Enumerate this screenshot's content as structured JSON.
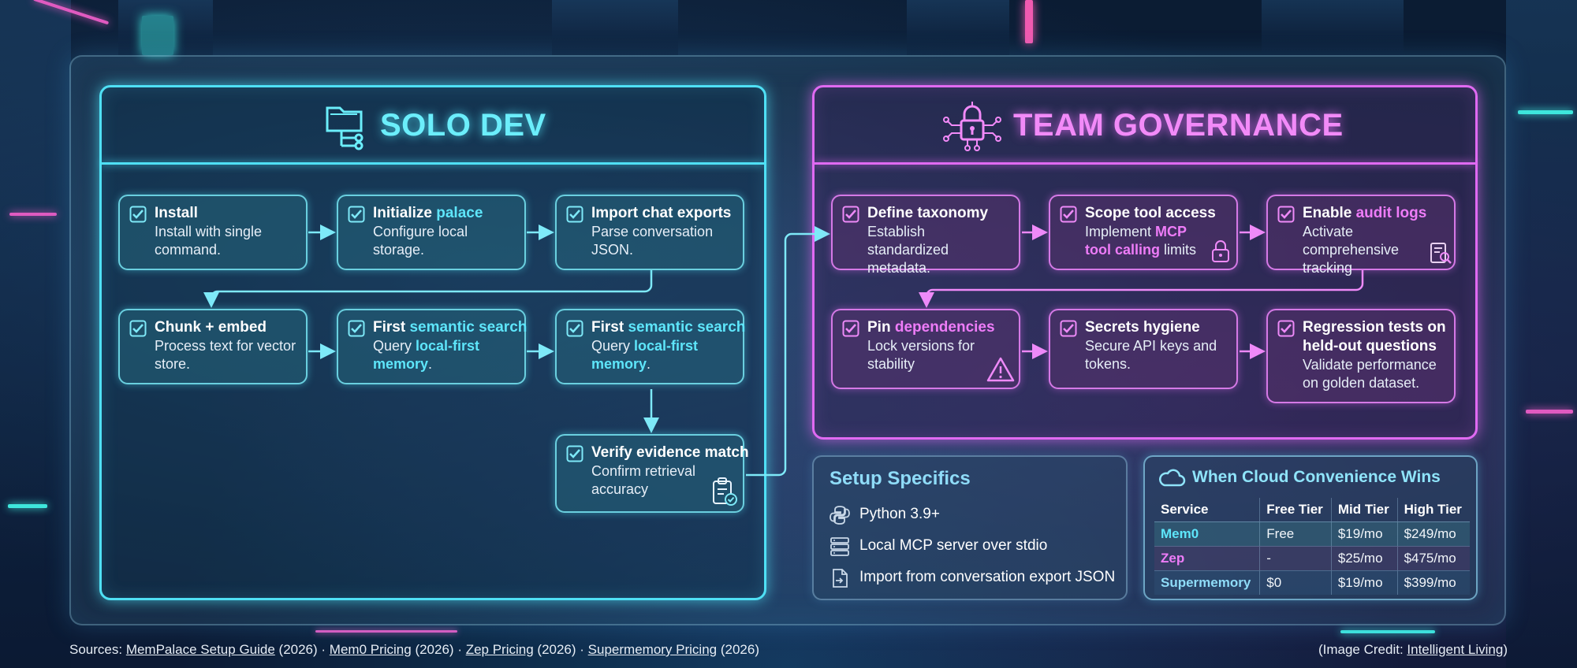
{
  "colors": {
    "solo_accent": "#4fe0f5",
    "team_accent": "#e06af2",
    "setup_title": "#8fdcf8",
    "mem0": "#5ee6fb",
    "zep": "#ee7cf8",
    "supermemory": "#8fdcf8"
  },
  "solo": {
    "title": "SOLO DEV",
    "icon": "folder-network-icon",
    "steps": [
      {
        "title": "Install",
        "desc": "Install with single command."
      },
      {
        "title_pre": "Initialize ",
        "title_hl": "palace",
        "desc": "Configure local storage."
      },
      {
        "title": "Import chat exports",
        "desc": "Parse conversation JSON."
      },
      {
        "title": "Chunk + embed",
        "desc": "Process text for vector store."
      },
      {
        "title_pre": "First ",
        "title_hl": "semantic search",
        "desc_pre": "Query ",
        "desc_hl": "local-first memory",
        "desc_post": "."
      },
      {
        "title_pre": "First ",
        "title_hl": "semantic search",
        "desc_pre": "Query ",
        "desc_hl": "local-first memory",
        "desc_post": "."
      },
      {
        "title": "Verify evidence match",
        "desc": "Confirm retrieval accuracy",
        "icon": "clipboard-check-icon"
      }
    ]
  },
  "team": {
    "title": "TEAM GOVERNANCE",
    "icon": "lock-circuit-icon",
    "steps": [
      {
        "title": "Define taxonomy",
        "desc": "Establish standardized metadata."
      },
      {
        "title": "Scope tool access",
        "desc_pre": "Implement ",
        "desc_hl": "MCP tool calling",
        "desc_post": " limits",
        "icon": "padlock-icon"
      },
      {
        "title_pre": "Enable ",
        "title_hl": "audit logs",
        "desc": "Activate comprehensive tracking",
        "icon": "document-search-icon"
      },
      {
        "title_pre": "Pin ",
        "title_hl": "dependencies",
        "desc": "Lock versions for stability",
        "icon": "warning-icon"
      },
      {
        "title": "Secrets hygiene",
        "desc": "Secure API keys and tokens."
      },
      {
        "title": "Regression tests on held-out questions",
        "desc": "Validate performance on golden dataset."
      }
    ]
  },
  "setup": {
    "title": "Setup Specifics",
    "items": [
      {
        "icon": "python-icon",
        "text": "Python 3.9+"
      },
      {
        "icon": "server-icon",
        "text": "Local MCP server over stdio"
      },
      {
        "icon": "file-import-icon",
        "text": "Import from conversation export JSON"
      }
    ]
  },
  "cloud": {
    "title": "When Cloud Convenience Wins",
    "icon": "cloud-icon",
    "columns": [
      "Service",
      "Free Tier",
      "Mid Tier",
      "High Tier"
    ],
    "rows": [
      {
        "service": "Mem0",
        "free": "Free",
        "mid": "$19/mo",
        "high": "$249/mo"
      },
      {
        "service": "Zep",
        "free": "-",
        "mid": "$25/mo",
        "high": "$475/mo"
      },
      {
        "service": "Supermemory",
        "free": "$0",
        "mid": "$19/mo",
        "high": "$399/mo"
      }
    ]
  },
  "footer": {
    "sources_label": "Sources: ",
    "sources": [
      {
        "name": "MemPalace Setup Guide",
        "year": " (2026)"
      },
      {
        "name": "Mem0 Pricing",
        "year": " (2026)"
      },
      {
        "name": "Zep Pricing",
        "year": " (2026)"
      },
      {
        "name": "Supermemory Pricing",
        "year": " (2026)"
      }
    ],
    "separator": " · ",
    "credit_pre": "(Image Credit: ",
    "credit_name": "Intelligent Living",
    "credit_post": ")"
  }
}
